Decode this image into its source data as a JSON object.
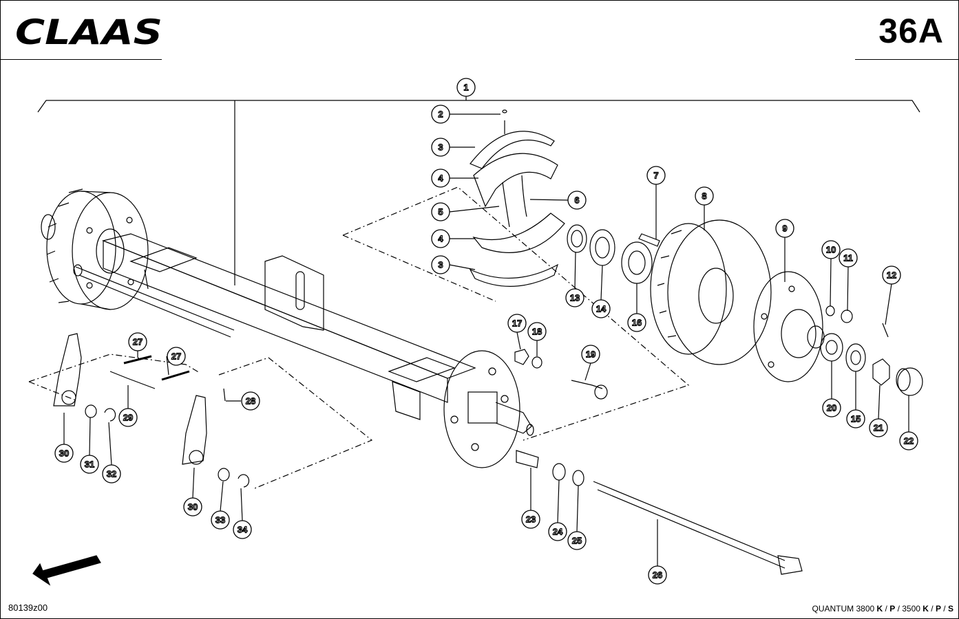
{
  "header": {
    "brand": "CLAAS",
    "page_number": "36A"
  },
  "footer": {
    "drawing_number": "80139z00",
    "model_prefix": "QUANTUM 3800 ",
    "model_parts": [
      "K",
      " / ",
      "P",
      " / 3500 ",
      "K",
      " / ",
      "P",
      " / ",
      "S"
    ]
  },
  "callouts": [
    {
      "id": "c1",
      "label": "1"
    },
    {
      "id": "c2",
      "label": "2"
    },
    {
      "id": "c3a",
      "label": "3"
    },
    {
      "id": "c4a",
      "label": "4"
    },
    {
      "id": "c5",
      "label": "5"
    },
    {
      "id": "c6",
      "label": "6"
    },
    {
      "id": "c4b",
      "label": "4"
    },
    {
      "id": "c3b",
      "label": "3"
    },
    {
      "id": "c7",
      "label": "7"
    },
    {
      "id": "c8",
      "label": "8"
    },
    {
      "id": "c9",
      "label": "9"
    },
    {
      "id": "c10",
      "label": "10"
    },
    {
      "id": "c11",
      "label": "11"
    },
    {
      "id": "c12",
      "label": "12"
    },
    {
      "id": "c13",
      "label": "13"
    },
    {
      "id": "c14",
      "label": "14"
    },
    {
      "id": "c16",
      "label": "16"
    },
    {
      "id": "c17",
      "label": "17"
    },
    {
      "id": "c18",
      "label": "18"
    },
    {
      "id": "c19",
      "label": "19"
    },
    {
      "id": "c20",
      "label": "20"
    },
    {
      "id": "c15",
      "label": "15"
    },
    {
      "id": "c21",
      "label": "21"
    },
    {
      "id": "c22",
      "label": "22"
    },
    {
      "id": "c27a",
      "label": "27"
    },
    {
      "id": "c27b",
      "label": "27"
    },
    {
      "id": "c28",
      "label": "28"
    },
    {
      "id": "c29",
      "label": "29"
    },
    {
      "id": "c30a",
      "label": "30"
    },
    {
      "id": "c31",
      "label": "31"
    },
    {
      "id": "c32",
      "label": "32"
    },
    {
      "id": "c30b",
      "label": "30"
    },
    {
      "id": "c33",
      "label": "33"
    },
    {
      "id": "c34",
      "label": "34"
    },
    {
      "id": "c23",
      "label": "23"
    },
    {
      "id": "c24",
      "label": "24"
    },
    {
      "id": "c25",
      "label": "25"
    },
    {
      "id": "c26",
      "label": "26"
    }
  ]
}
